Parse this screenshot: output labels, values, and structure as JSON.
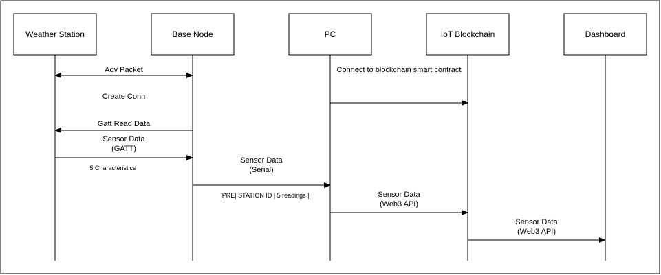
{
  "participants": [
    {
      "name": "Weather Station"
    },
    {
      "name": "Base Node"
    },
    {
      "name": "PC"
    },
    {
      "name": "IoT Blockchain"
    },
    {
      "name": "Dashboard"
    }
  ],
  "messages": [
    {
      "from": 0,
      "to": 1,
      "lines": [
        "Adv Packet"
      ]
    },
    {
      "from": 2,
      "to": 3,
      "lines": [
        "Connect to blockchain smart contract"
      ]
    },
    {
      "from": 1,
      "to": 0,
      "lines": [
        "Create Conn"
      ]
    },
    {
      "from": 1,
      "to": 0,
      "lines": [
        "Gatt Read Data"
      ]
    },
    {
      "from": 0,
      "to": 1,
      "lines": [
        "Sensor Data",
        "(GATT)"
      ],
      "note": "5 Characteristics"
    },
    {
      "from": 1,
      "to": 2,
      "lines": [
        "Sensor Data",
        "(Serial)"
      ],
      "note": "|PRE| STATION ID | 5 readings |"
    },
    {
      "from": 2,
      "to": 3,
      "lines": [
        "Sensor Data",
        "(Web3 API)"
      ]
    },
    {
      "from": 3,
      "to": 4,
      "lines": [
        "Sensor Data",
        "(Web3 API)"
      ]
    }
  ],
  "colors": {
    "line": "#000000",
    "box_fill": "#ffffff",
    "background": "#ffffff"
  }
}
